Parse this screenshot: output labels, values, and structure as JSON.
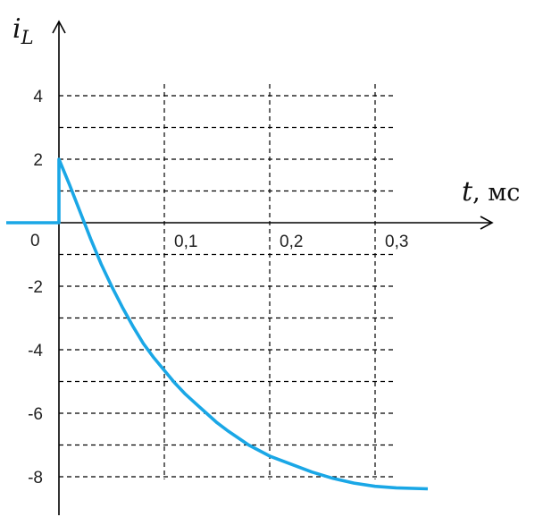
{
  "chart_data": {
    "type": "line",
    "title": "",
    "ylabel": "i",
    "ylabel_subscript": "L",
    "xlabel": "t",
    "xlabel_unit": ", мс",
    "origin_label": "0",
    "xlim": [
      -0.05,
      0.41
    ],
    "ylim": [
      -9.3,
      6.1
    ],
    "x_ticks": [
      {
        "value": 0.1,
        "label": "0,1"
      },
      {
        "value": 0.2,
        "label": "0,2"
      },
      {
        "value": 0.3,
        "label": "0,3"
      }
    ],
    "y_ticks": [
      {
        "value": 4,
        "label": "4"
      },
      {
        "value": 2,
        "label": "2"
      },
      {
        "value": -2,
        "label": "-2"
      },
      {
        "value": -4,
        "label": "-4"
      },
      {
        "value": -6,
        "label": "-6"
      },
      {
        "value": -8,
        "label": "-8"
      }
    ],
    "y_grid": [
      4,
      3,
      2,
      1,
      -1,
      -2,
      -3,
      -4,
      -5,
      -6,
      -7,
      -8
    ],
    "x_grid": [
      0.1,
      0.2,
      0.3
    ],
    "grid": "dashed",
    "series": [
      {
        "color": "#1aa7e6",
        "points": [
          [
            -0.05,
            0
          ],
          [
            0,
            0
          ],
          [
            0,
            2
          ],
          [
            0.01,
            1.2
          ],
          [
            0.02,
            0.35
          ],
          [
            0.03,
            -0.5
          ],
          [
            0.04,
            -1.3
          ],
          [
            0.05,
            -2.0
          ],
          [
            0.06,
            -2.65
          ],
          [
            0.07,
            -3.25
          ],
          [
            0.08,
            -3.8
          ],
          [
            0.09,
            -4.25
          ],
          [
            0.1,
            -4.65
          ],
          [
            0.11,
            -5.05
          ],
          [
            0.12,
            -5.4
          ],
          [
            0.13,
            -5.7
          ],
          [
            0.14,
            -6.0
          ],
          [
            0.15,
            -6.3
          ],
          [
            0.16,
            -6.55
          ],
          [
            0.18,
            -7.0
          ],
          [
            0.2,
            -7.35
          ],
          [
            0.22,
            -7.6
          ],
          [
            0.24,
            -7.85
          ],
          [
            0.26,
            -8.05
          ],
          [
            0.28,
            -8.2
          ],
          [
            0.3,
            -8.3
          ],
          [
            0.32,
            -8.35
          ],
          [
            0.35,
            -8.38
          ]
        ]
      }
    ]
  }
}
